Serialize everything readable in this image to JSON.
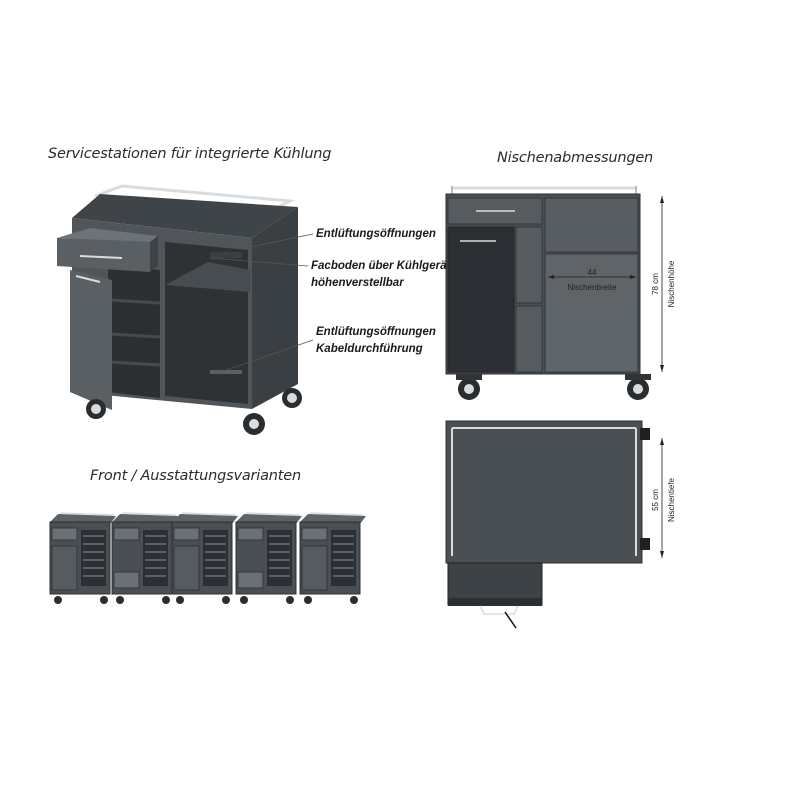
{
  "headings": {
    "main": "Servicestationen für integrierte Kühlung",
    "niche": "Nischenabmessungen",
    "variants": "Front / Ausstattungsvarianten"
  },
  "callouts": {
    "vent_top": "Entlüftungsöffnungen",
    "shelf_line1": "Facboden über Kühlgerät",
    "shelf_line2": "höhenverstellbar",
    "vent_bottom_line1": "Entlüftungsöffnungen",
    "vent_bottom_line2": "Kabeldurchführung"
  },
  "dimensions": {
    "width_value": "44",
    "width_label": "Nischenbreite",
    "height_value": "78  cm",
    "height_label": "Nischenhöhe",
    "depth_value": "55 cm",
    "depth_label": "Nischentiefe"
  },
  "colors": {
    "cabinet": "#4a4f54",
    "cabinet_dark": "#33373b",
    "cabinet_light": "#6b7075",
    "top": "#3d4246",
    "rail": "#d9dbdd"
  }
}
